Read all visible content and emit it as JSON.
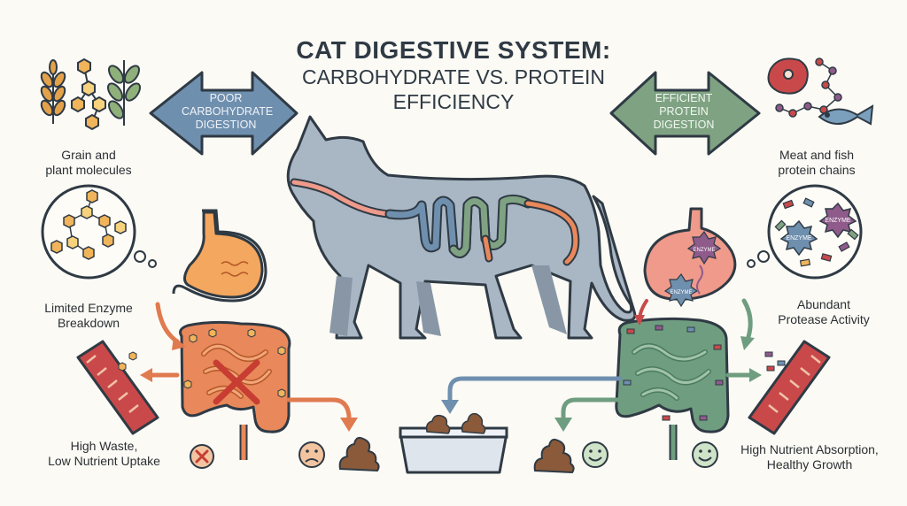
{
  "title": {
    "line1": "CAT DIGESTIVE SYSTEM:",
    "line2": "CARBOHYDRATE VS. PROTEIN",
    "line3": "EFFICIENCY"
  },
  "left_arrow": {
    "line1": "POOR",
    "line2": "CARBOHYDRATE",
    "line3": "DIGESTION"
  },
  "right_arrow": {
    "line1": "EFFICIENT",
    "line2": "PROTEIN",
    "line3": "DIGESTION"
  },
  "labels": {
    "grain": {
      "line1": "Grain and",
      "line2": "plant molecules"
    },
    "meat": {
      "line1": "Meat and fish",
      "line2": "protein chains"
    },
    "limited": {
      "line1": "Limited Enzyme",
      "line2": "Breakdown"
    },
    "abundant": {
      "line1": "Abundant",
      "line2": "Protease Activity"
    },
    "high_waste": {
      "line1": "High Waste,",
      "line2": "Low Nutrient Uptake"
    },
    "high_nutrient": {
      "line1": "High Nutrient Absorption,",
      "line2": "Healthy Growth"
    }
  },
  "enzyme_label": "ENZYME",
  "colors": {
    "carb_arrow": "#6f8fae",
    "protein_arrow": "#7fa382",
    "cat_body": "#a9b6c4",
    "carb_gut": "#e9885a",
    "protein_gut": "#6f9d80",
    "stomach_carb": "#f4a75e",
    "stomach_protein": "#ef9a8a",
    "outline": "#2f3a44"
  },
  "icons": [
    "wheat-icon",
    "leaf-icon",
    "molecule-icon",
    "steak-icon",
    "fish-icon",
    "blood-vessel-icon",
    "x-circle-icon",
    "sad-face-icon",
    "poop-icon",
    "litter-box-icon",
    "smile-face-icon"
  ]
}
